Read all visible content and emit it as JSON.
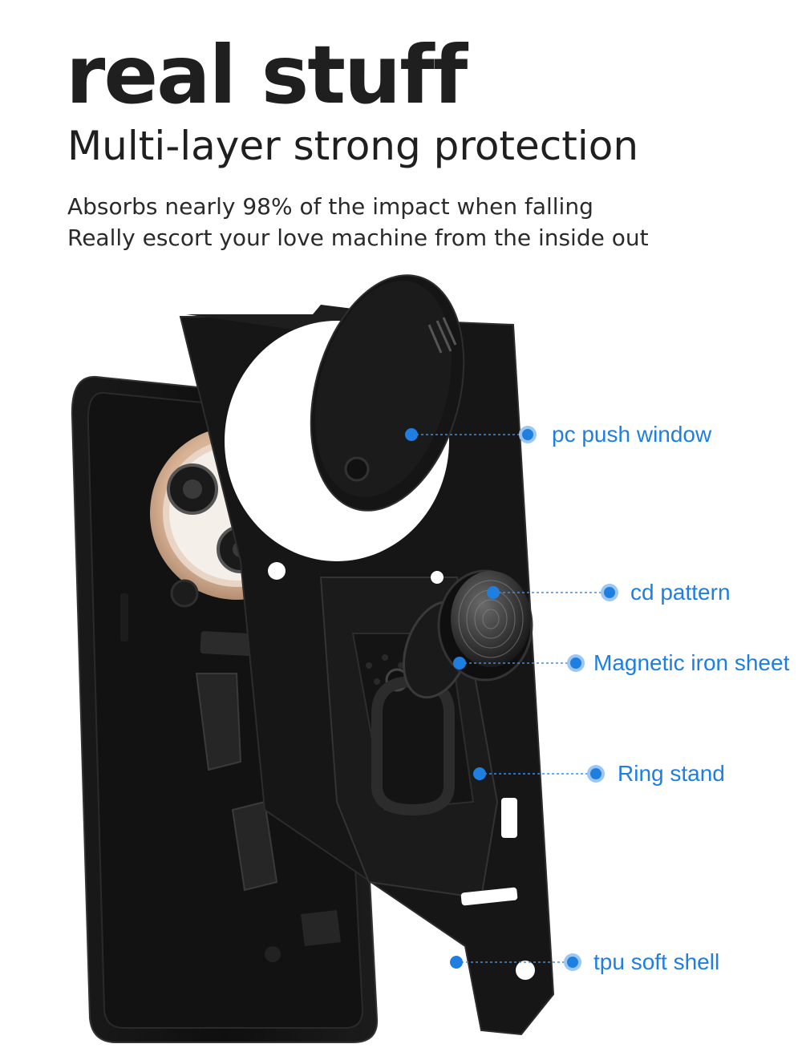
{
  "header": {
    "headline": "real stuff",
    "subheadline": "Multi-layer strong protection",
    "description_lines": [
      "Absorbs nearly 98% of the impact when falling",
      "Really escort your love machine from the inside out"
    ]
  },
  "callouts": [
    {
      "label": "pc push window"
    },
    {
      "label": "cd pattern"
    },
    {
      "label": "Magnetic iron sheet"
    },
    {
      "label": "Ring stand"
    },
    {
      "label": "tpu soft shell"
    }
  ],
  "colors": {
    "text": "#1f1f1f",
    "accent": "#1f7fe0",
    "case": "#111111",
    "camera_ring": "#d9b59a"
  }
}
